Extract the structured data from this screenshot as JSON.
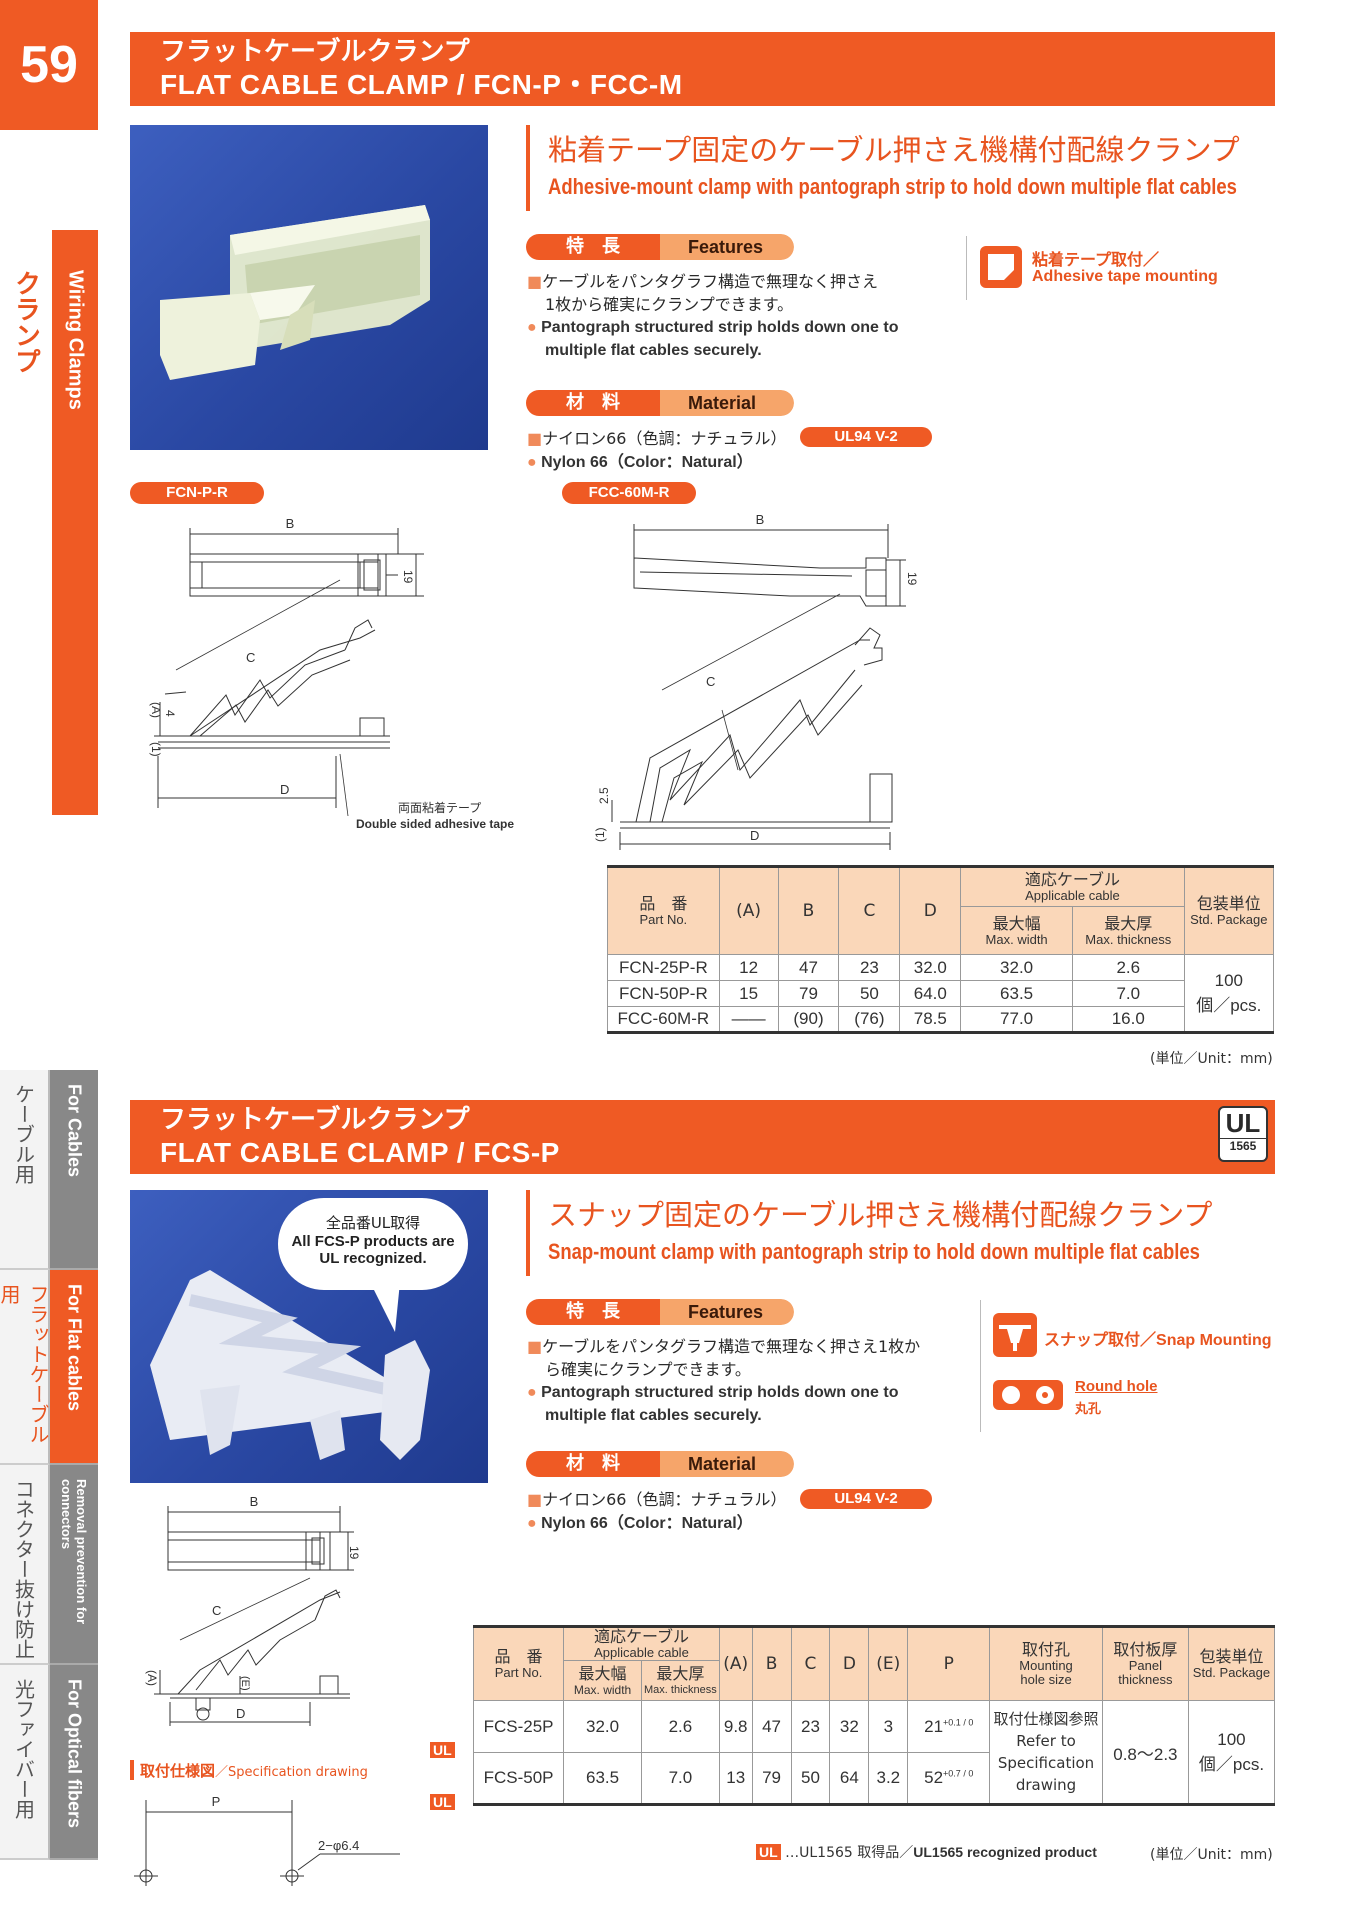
{
  "page_number": "59",
  "sidebar": {
    "wiring_jp": "クランプ",
    "wiring_en": "Wiring Clamps",
    "tabs": [
      {
        "jp": "ケーブル用",
        "en": "For Cables"
      },
      {
        "jp": "フラットケーブル用",
        "en": "For Flat cables"
      },
      {
        "jp": "コネクター抜け防止",
        "en": "Removal prevention for connectors"
      },
      {
        "jp": "光ファイバー用",
        "en": "For Optical fibers"
      }
    ]
  },
  "section1": {
    "title_jp": "フラットケーブルクランプ",
    "title_en": "FLAT CABLE CLAMP / FCN-P・FCC-M",
    "subtitle_jp": "粘着テープ固定のケーブル押さえ機構付配線クランプ",
    "subtitle_en": "Adhesive-mount clamp with pantograph strip to hold down multiple flat cables",
    "features_jp_label": "特　長",
    "features_en_label": "Features",
    "feature_jp_1": "ケーブルをパンタグラフ構造で無理なく押さえ",
    "feature_jp_2": "1枚から確実にクランプできます。",
    "feature_en_1": "Pantograph structured strip holds down one to",
    "feature_en_2": "multiple flat cables securely.",
    "material_jp_label": "材　料",
    "material_en_label": "Material",
    "material_jp": "ナイロン66（色調：ナチュラル）",
    "material_en": "Nylon 66（Color：Natural）",
    "ul_grade": "UL94 V-2",
    "mount_jp": "粘着テープ取付／",
    "mount_en": "Adhesive tape mounting",
    "label_fcn": "FCN-P-R",
    "label_fcc": "FCC-60M-R",
    "tape_jp": "両面粘着テープ",
    "tape_en": "Double sided adhesive tape",
    "dim": {
      "B": "B",
      "C": "C",
      "D": "D",
      "A": "(A)",
      "one": "(1)",
      "four": "4",
      "nineteen": "19",
      "twofive": "2.5"
    },
    "table": {
      "h_part_jp": "品　番",
      "h_part_en": "Part No.",
      "h_a": "(A)",
      "h_b": "B",
      "h_c": "C",
      "h_d": "D",
      "h_cable_jp": "適応ケーブル",
      "h_cable_en": "Applicable cable",
      "h_w_jp": "最大幅",
      "h_w_en": "Max. width",
      "h_t_jp": "最大厚",
      "h_t_en": "Max. thickness",
      "h_pkg_jp": "包装単位",
      "h_pkg_en": "Std. Package",
      "rows": [
        {
          "part": "FCN-25P-R",
          "a": "12",
          "b": "47",
          "c": "23",
          "d": "32.0",
          "w": "32.0",
          "t": "2.6"
        },
        {
          "part": "FCN-50P-R",
          "a": "15",
          "b": "79",
          "c": "50",
          "d": "64.0",
          "w": "63.5",
          "t": "7.0"
        },
        {
          "part": "FCC-60M-R",
          "a": "——",
          "b": "(90)",
          "c": "(76)",
          "d": "78.5",
          "w": "77.0",
          "t": "16.0"
        }
      ],
      "pkg_1": "100",
      "pkg_2": "個／pcs."
    },
    "unit_note": "(単位／Unit：mm)"
  },
  "section2": {
    "title_jp": "フラットケーブルクランプ",
    "title_en": "FLAT CABLE CLAMP / FCS-P",
    "ul_badge": "UL",
    "ul_badge_num": "1565",
    "bubble_jp": "全品番UL取得",
    "bubble_en_1": "All FCS-P products are",
    "bubble_en_2": "UL recognized.",
    "subtitle_jp": "スナップ固定のケーブル押さえ機構付配線クランプ",
    "subtitle_en": "Snap-mount clamp with pantograph strip to hold down multiple flat cables",
    "features_jp_label": "特　長",
    "features_en_label": "Features",
    "feature_jp_1": "ケーブルをパンタグラフ構造で無理なく押さえ1枚か",
    "feature_jp_2": "ら確実にクランプできます。",
    "feature_en_1": "Pantograph structured strip holds down one to",
    "feature_en_2": "multiple flat cables securely.",
    "material_jp_label": "材　料",
    "material_en_label": "Material",
    "material_jp": "ナイロン66（色調：ナチュラル）",
    "material_en": "Nylon 66（Color：Natural）",
    "ul_grade": "UL94 V-2",
    "snap_jp": "スナップ取付／",
    "snap_en": "Snap Mounting",
    "hole_en": "Round hole",
    "hole_jp": "丸孔",
    "spec_jp": "取付仕様図",
    "spec_en": "／Specification drawing",
    "dim": {
      "B": "B",
      "C": "C",
      "D": "D",
      "A": "(A)",
      "E": "(E)",
      "P": "P",
      "nineteen": "19",
      "hole": "2−φ6.4"
    },
    "table": {
      "h_part_jp": "品　番",
      "h_part_en": "Part No.",
      "h_cable_jp": "適応ケーブル",
      "h_cable_en": "Applicable cable",
      "h_w_jp": "最大幅",
      "h_w_en": "Max. width",
      "h_t_jp": "最大厚",
      "h_t_en": "Max. thickness",
      "h_a": "(A)",
      "h_b": "B",
      "h_c": "C",
      "h_d": "D",
      "h_e": "(E)",
      "h_p": "P",
      "h_hole_jp": "取付孔",
      "h_hole_en_1": "Mounting",
      "h_hole_en_2": "hole size",
      "h_panel_jp": "取付板厚",
      "h_panel_en_1": "Panel",
      "h_panel_en_2": "thickness",
      "h_pkg_jp": "包装単位",
      "h_pkg_en": "Std. Package",
      "rows": [
        {
          "ul": "UL",
          "part": "FCS-25P",
          "w": "32.0",
          "t": "2.6",
          "a": "9.8",
          "b": "47",
          "c": "23",
          "d": "32",
          "e": "3",
          "p": "21",
          "tol": "+0.1 / 0"
        },
        {
          "ul": "UL",
          "part": "FCS-50P",
          "w": "63.5",
          "t": "7.0",
          "a": "13",
          "b": "79",
          "c": "50",
          "d": "64",
          "e": "3.2",
          "p": "52",
          "tol": "+0.7 / 0"
        }
      ],
      "hole_1": "取付仕様図参照",
      "hole_2": "Refer to",
      "hole_3": "Specification",
      "hole_4": "drawing",
      "panel": "0.8〜2.3",
      "pkg_1": "100",
      "pkg_2": "個／pcs."
    },
    "ul_note_mark": "UL",
    "ul_note": "…UL1565 取得品／",
    "ul_note_en": "UL1565 recognized product",
    "unit_note": "(単位／Unit：mm)"
  },
  "colors": {
    "accent": "#ef5a24",
    "light_accent": "#f6a56a",
    "table_header": "#fad7b9"
  }
}
